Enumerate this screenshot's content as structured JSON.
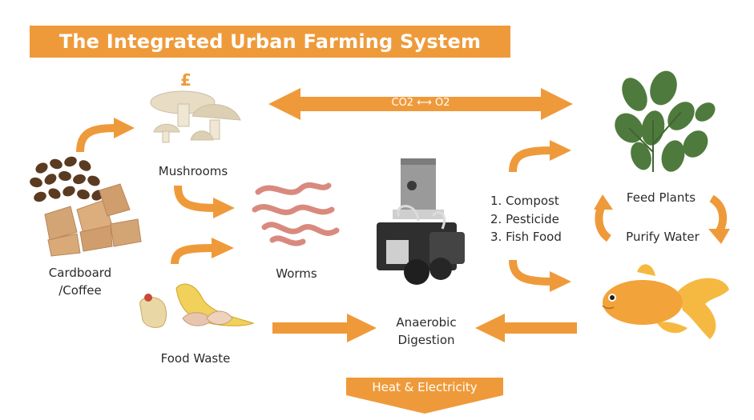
{
  "title": "The Integrated Urban Farming System",
  "nodes": {
    "cardboard": {
      "line1": "Cardboard",
      "line2": "/Coffee"
    },
    "mushrooms": "Mushrooms",
    "worms": "Worms",
    "food_waste": "Food Waste",
    "anaerobic": {
      "line1": "Anaerobic",
      "line2": "Digestion"
    },
    "feed_plants": "Feed Plants",
    "purify_water": "Purify Water"
  },
  "outputs": [
    "1. Compost",
    "2. Pesticide",
    "3. Fish Food"
  ],
  "gas_exchange": "CO2 ⟷ O2",
  "pound_symbol": "£",
  "heat_electricity": "Heat & Electricity",
  "colors": {
    "accent": "#ef9a3a",
    "leaf": "#4f7a3d",
    "worm": "#d98a7e",
    "fish": "#f2a33a",
    "mushroom": "#e8dcc5"
  },
  "icons": [
    "coffee-beans-icon",
    "cardboard-boxes-icon",
    "mushroom-icon",
    "worms-icon",
    "food-waste-icon",
    "digester-icon",
    "plant-icon",
    "goldfish-icon"
  ]
}
